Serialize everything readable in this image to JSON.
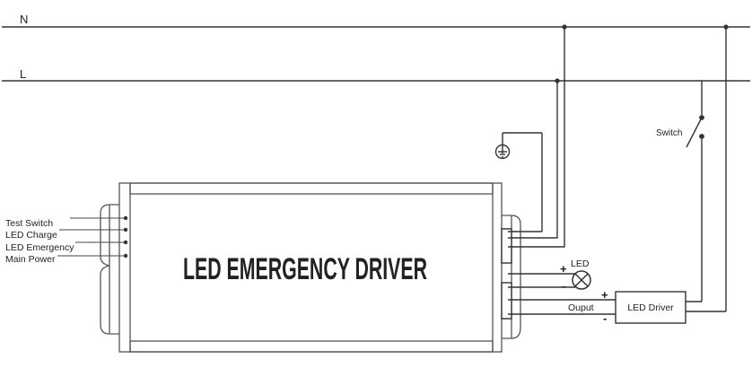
{
  "lines": {
    "neutral_label": "N",
    "live_label": "L"
  },
  "driver": {
    "title": "LED EMERGENCY DRIVER",
    "left_labels": [
      "Test Switch",
      "LED Charge",
      "LED Emergency",
      "Main Power"
    ]
  },
  "switch": {
    "label": "Switch"
  },
  "led": {
    "label": "LED",
    "plus": "+",
    "minus": "-"
  },
  "output": {
    "label": "Ouput",
    "plus": "+",
    "minus": "-"
  },
  "led_driver": {
    "label": "LED Driver"
  },
  "colors": {
    "line": "#333333",
    "housing": "#555555",
    "background": "#ffffff"
  },
  "icons": {
    "ground": "ground-icon",
    "led": "led-lamp-icon",
    "switch": "switch-icon"
  }
}
